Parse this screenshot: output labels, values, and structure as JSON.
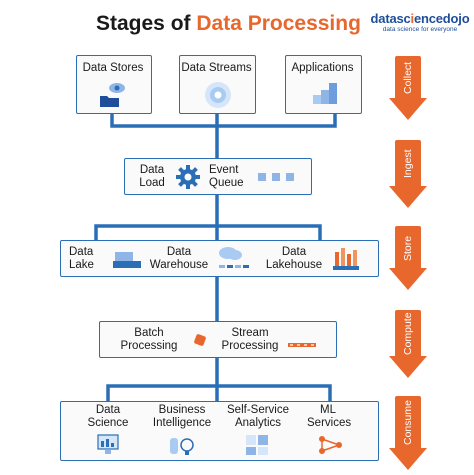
{
  "header": {
    "title_prefix": "Stages of ",
    "title_highlight": "Data Processing"
  },
  "logo": {
    "name_a": "datasc",
    "name_b": "i",
    "name_c": "encedojo",
    "tagline": "data science for everyone"
  },
  "collect": {
    "stage": "Collect",
    "items": [
      "Data Stores",
      "Data Streams",
      "Applications"
    ]
  },
  "ingest": {
    "stage": "Ingest",
    "left": "Data\nLoad",
    "right": "Event\nQueue"
  },
  "store": {
    "stage": "Store",
    "items": [
      "Data\nLake",
      "Data\nWarehouse",
      "Data\nLakehouse"
    ]
  },
  "compute": {
    "stage": "Compute",
    "items": [
      "Batch\nProcessing",
      "Stream\nProcessing"
    ]
  },
  "consume": {
    "stage": "Consume",
    "items": [
      "Data\nScience",
      "Business\nIntelligence",
      "Self-Service\nAnalytics",
      "ML\nServices"
    ]
  },
  "colors": {
    "accent": "#e8672d",
    "line": "#2a6fb5",
    "brand": "#1f4e9a"
  }
}
